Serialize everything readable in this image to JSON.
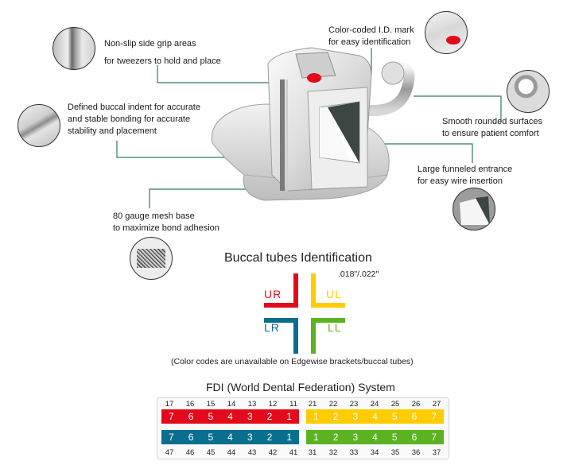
{
  "callouts": {
    "grip": {
      "line1": "Non-slip side grip areas",
      "line2": "for tweezers to hold and place"
    },
    "indent": {
      "line1": "Defined buccal indent for accurate",
      "line2": "and stable bonding  for accurate",
      "line3": "stability and placement"
    },
    "mesh": {
      "line1": "80 gauge mesh base",
      "line2": "to maximize bond adhesion"
    },
    "idmark": {
      "line1": "Color-coded I.D. mark",
      "line2": "for easy identification"
    },
    "rounded": {
      "line1": "Smooth rounded surfaces",
      "line2": "to ensure patient comfort"
    },
    "funnel": {
      "line1": "Large funneled entrance",
      "line2": "for easy wire insertion"
    }
  },
  "identification": {
    "title": "Buccal tubes Identification",
    "size": ".018\"/.022\"",
    "quadrants": [
      {
        "label": "UR",
        "color": "#e30b1b"
      },
      {
        "label": "UL",
        "color": "#ffcc00"
      },
      {
        "label": "LR",
        "color": "#0a6f8f"
      },
      {
        "label": "LL",
        "color": "#5bb321"
      }
    ],
    "note": "(Color codes are unavailable on Edgewise brackets/buccal tubes)"
  },
  "fdi": {
    "title": "FDI (World Dental Federation) System",
    "upper_right": {
      "teeth": [
        "17",
        "16",
        "15",
        "14",
        "13",
        "12",
        "11"
      ],
      "bar": [
        "7",
        "6",
        "5",
        "4",
        "3",
        "2",
        "1"
      ],
      "color": "#e30b1b"
    },
    "upper_left": {
      "teeth": [
        "21",
        "22",
        "23",
        "24",
        "25",
        "26",
        "27"
      ],
      "bar": [
        "1",
        "2",
        "3",
        "4",
        "5",
        "6",
        "7"
      ],
      "color": "#ffcc00"
    },
    "lower_right": {
      "teeth": [
        "47",
        "46",
        "45",
        "44",
        "43",
        "42",
        "41"
      ],
      "bar": [
        "7",
        "6",
        "5",
        "4",
        "3",
        "2",
        "1"
      ],
      "color": "#0a6f8f"
    },
    "lower_left": {
      "teeth": [
        "31",
        "32",
        "33",
        "34",
        "35",
        "36",
        "37"
      ],
      "bar": [
        "1",
        "2",
        "3",
        "4",
        "5",
        "6",
        "7"
      ],
      "color": "#5bb321"
    }
  },
  "colors": {
    "leader": "#2f7d5a",
    "id_mark": "#e30b1b"
  }
}
